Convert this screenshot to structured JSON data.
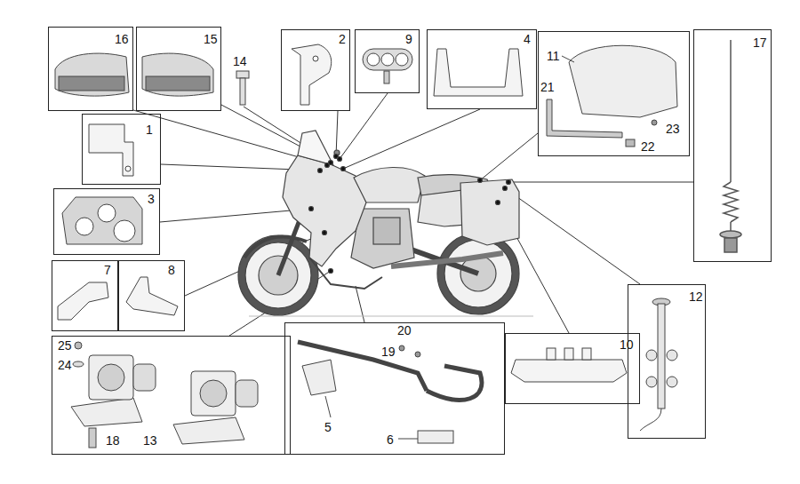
{
  "diagram": {
    "nodes": [
      {
        "text": [
          "16"
        ]
      },
      {
        "text": [
          "15"
        ]
      },
      {
        "text": [
          "2"
        ]
      },
      {
        "text": [
          "9"
        ]
      },
      {
        "text": [
          "4"
        ]
      },
      {
        "text": [
          "11",
          "21",
          "23",
          "22"
        ]
      },
      {
        "text": [
          "17"
        ]
      },
      {
        "text": [
          "1"
        ]
      },
      {
        "text": [
          "3"
        ]
      },
      {
        "text": [
          "7"
        ]
      },
      {
        "text": [
          "8"
        ]
      },
      {
        "text": [
          "25",
          "24",
          "18",
          "13"
        ]
      },
      {
        "text": [
          "20",
          "19",
          "5",
          "6"
        ]
      },
      {
        "text": [
          "10"
        ]
      },
      {
        "text": [
          "12"
        ]
      }
    ],
    "labels": [
      "14"
    ]
  }
}
